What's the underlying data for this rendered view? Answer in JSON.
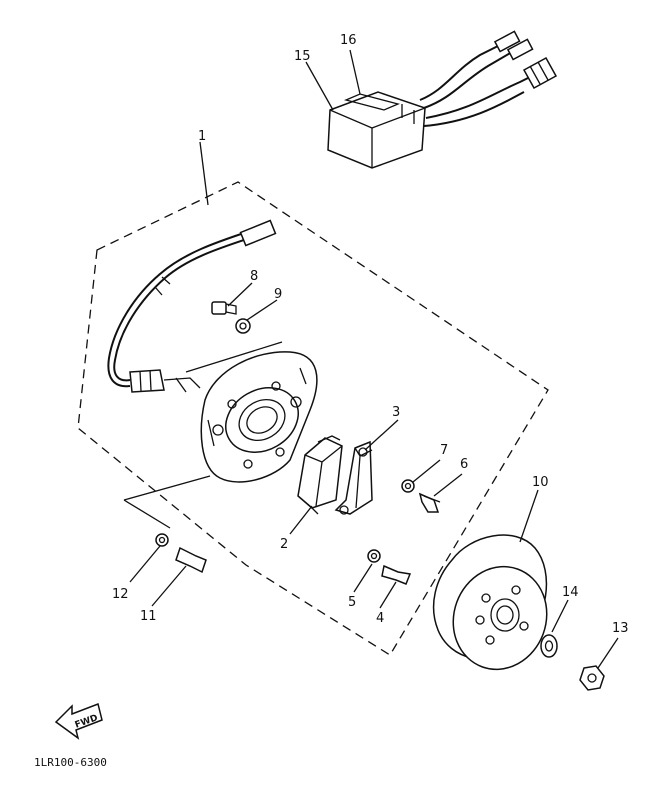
{
  "labels": {
    "p1": "1",
    "p2": "2",
    "p3": "3",
    "p4": "4",
    "p5": "5",
    "p6": "6",
    "p7": "7",
    "p8": "8",
    "p9": "9",
    "p10": "10",
    "p11": "11",
    "p12": "12",
    "p13": "13",
    "p14": "14",
    "p15": "15",
    "p16": "16"
  },
  "direction_arrow": "FWD",
  "diagram_code": "1LR100-6300",
  "icons": [
    "fwd-arrow-icon"
  ]
}
